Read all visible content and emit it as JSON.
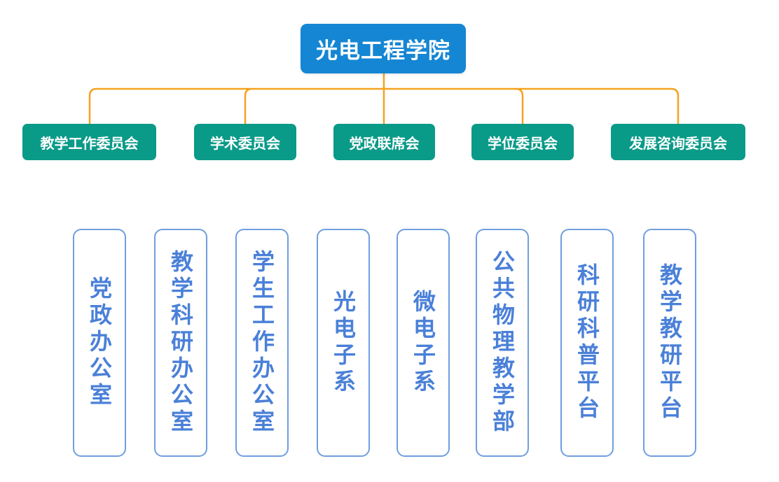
{
  "root": {
    "label": "光电工程学院"
  },
  "committees": [
    {
      "label": "教学工作委员会"
    },
    {
      "label": "学术委员会"
    },
    {
      "label": "党政联席会"
    },
    {
      "label": "学位委员会"
    },
    {
      "label": "发展咨询委员会"
    }
  ],
  "departments": [
    {
      "label": "党政办公室"
    },
    {
      "label": "教学科研办公室"
    },
    {
      "label": "学生工作办公室"
    },
    {
      "label": "光电子系"
    },
    {
      "label": "微电子系"
    },
    {
      "label": "公共物理教学部"
    },
    {
      "label": "科研科普平台"
    },
    {
      "label": "教学教研平台"
    }
  ],
  "colors": {
    "root_fill": "#1586d3",
    "committee_fill": "#0a9a88",
    "connector": "#f5a11f",
    "department_border": "#6f9ee0",
    "department_text": "#4a80d8"
  }
}
